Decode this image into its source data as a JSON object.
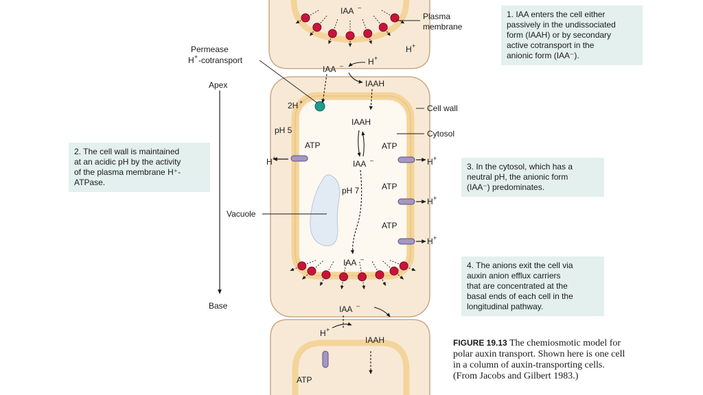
{
  "diagram": {
    "axis": {
      "top": "Apex",
      "bottom": "Base"
    },
    "labels": {
      "iaa_minus": "IAA",
      "iaah": "IAAH",
      "h_plus": "H",
      "two_h_plus": "2H",
      "plus": "+",
      "minus": "–",
      "atp": "ATP",
      "ph5": "pH 5",
      "ph7": "pH 7",
      "plasma_membrane": [
        "Plasma",
        "membrane"
      ],
      "permease": [
        "Permease",
        "H",
        "-cotransport"
      ],
      "cell_wall": "Cell wall",
      "cytosol": "Cytosol",
      "vacuole": "Vacuole"
    }
  },
  "notes": {
    "note1": [
      "1. IAA enters the cell either",
      "passively in the undissociated",
      "form (IAAH) or by secondary",
      "active cotransport in the",
      "anionic form (IAA⁻)."
    ],
    "note2": [
      "2. The cell wall is maintained",
      "at an acidic pH by the activity",
      "of the plasma membrane H⁺-",
      "ATPase."
    ],
    "note3": [
      "3. In the cytosol, which has a",
      "neutral pH, the anionic form",
      "(IAA⁻) predominates."
    ],
    "note4": [
      "4. The anions exit the cell via",
      "auxin anion efflux carriers",
      "that are concentrated at the",
      "basal ends of each cell in the",
      "longitudinal pathway."
    ]
  },
  "caption": {
    "figure": "FIGURE 19.13",
    "lines": [
      "  The chemiosmotic model for",
      "polar auxin transport. Shown here is one cell",
      "in a column of auxin-transporting cells.",
      "(From Jacobs and Gilbert 1983.)"
    ]
  },
  "colors": {
    "cell_fill": "#f8e9d6",
    "cell_stroke": "#c9a987",
    "wall": "#f4d49a",
    "wall_stroke": "#d8ae6a",
    "carrier": "#c8143c",
    "permease": "#1f9c8c",
    "atpase": "#a497c2",
    "vacuole": "#e2ebf3",
    "note_bg": "#e3f0ee"
  }
}
